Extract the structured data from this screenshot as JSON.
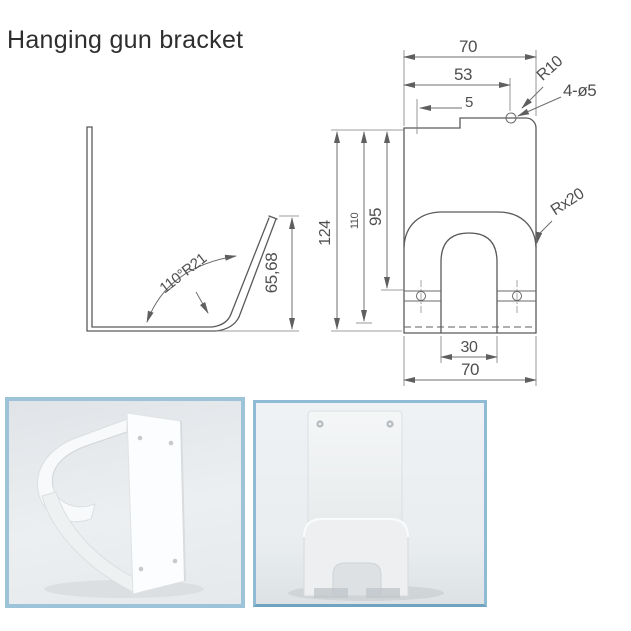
{
  "title": "Hanging gun bracket",
  "side_view": {
    "angle_label": "110°R21",
    "height": "65,68"
  },
  "front_view": {
    "width_top": "70",
    "hole_span": "53",
    "edge_offset": "5",
    "corner_radius": "R10",
    "holes": "4-ø5",
    "height_overall": "124",
    "height_mid": "110",
    "height_slot": "95",
    "outer_radius": "Rx20",
    "slot_width": "30",
    "width_bottom": "70"
  }
}
